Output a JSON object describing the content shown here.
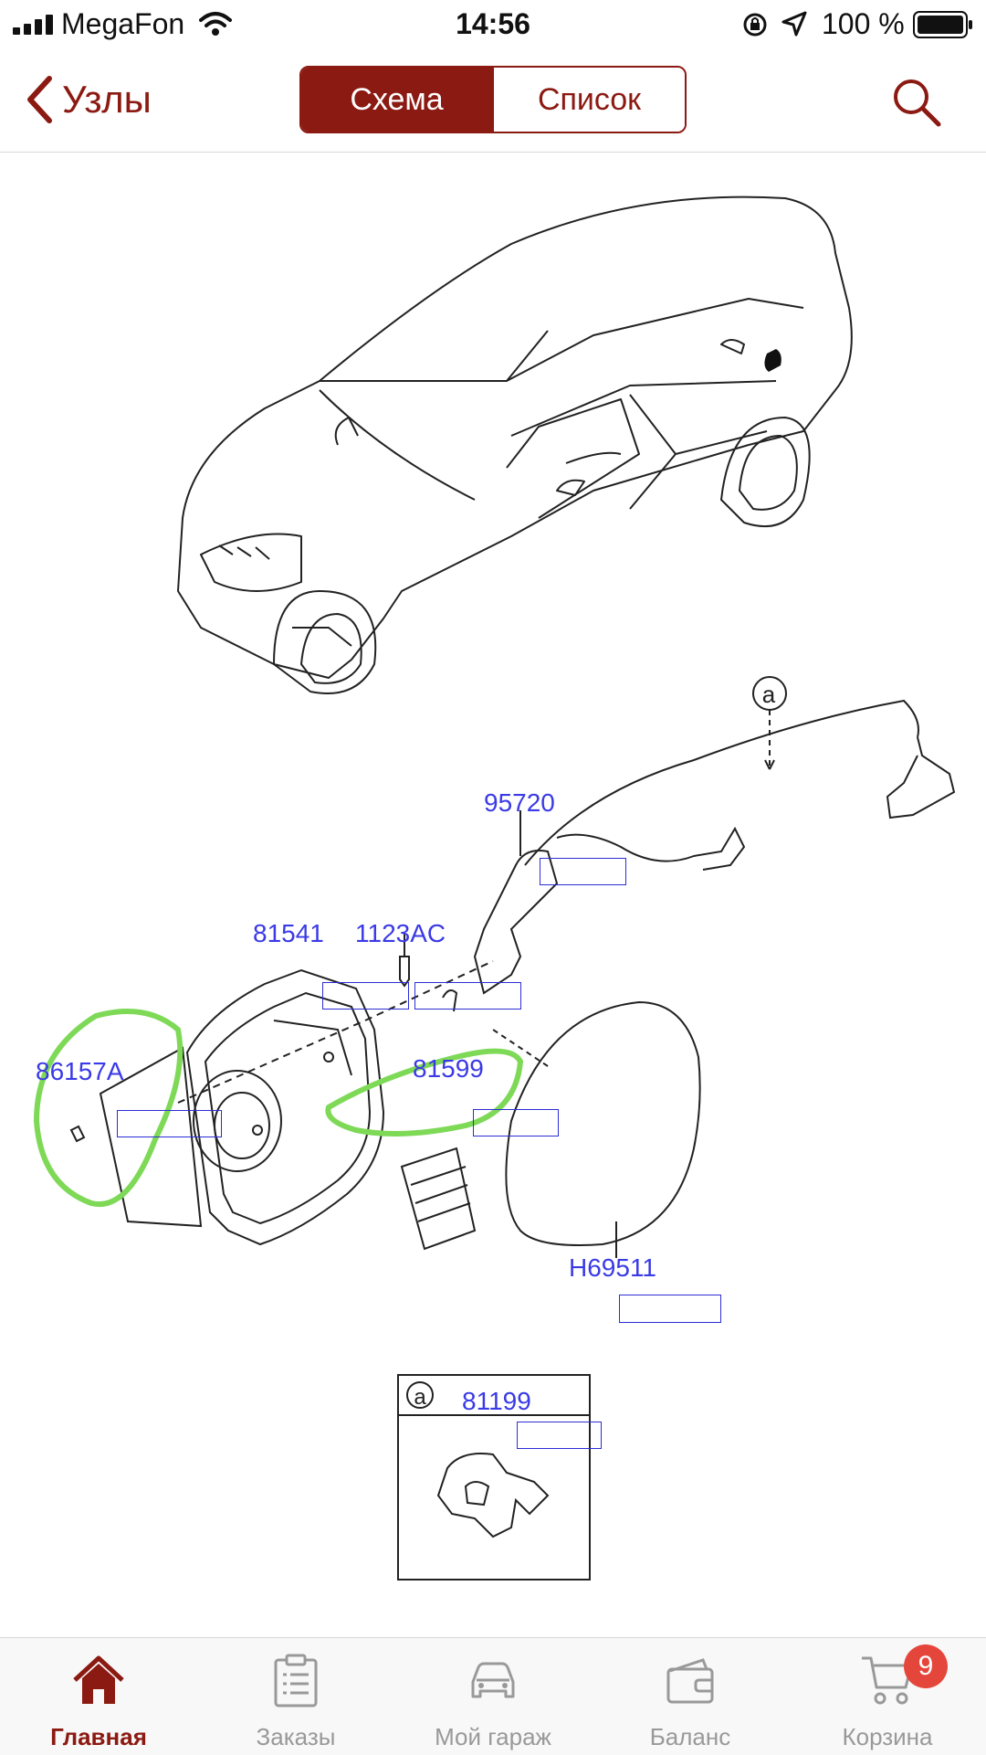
{
  "status_bar": {
    "carrier": "MegaFon",
    "time": "14:56",
    "battery": "100 %"
  },
  "navbar": {
    "back_label": "Узлы",
    "segments": [
      {
        "label": "Схема",
        "active": true
      },
      {
        "label": "Список",
        "active": false
      }
    ]
  },
  "diagram": {
    "parts": [
      {
        "code": "95720"
      },
      {
        "code": "81541"
      },
      {
        "code": "1123AC"
      },
      {
        "code": "86157A"
      },
      {
        "code": "81599"
      },
      {
        "code": "H69511"
      },
      {
        "code": "81199"
      }
    ],
    "callout_letter": "a"
  },
  "tabbar": {
    "tabs": [
      {
        "label": "Главная",
        "icon": "home-icon",
        "active": true
      },
      {
        "label": "Заказы",
        "icon": "clipboard-icon",
        "active": false
      },
      {
        "label": "Мой гараж",
        "icon": "car-icon",
        "active": false
      },
      {
        "label": "Баланс",
        "icon": "wallet-icon",
        "active": false
      },
      {
        "label": "Корзина",
        "icon": "cart-icon",
        "active": false
      }
    ],
    "cart_badge": "9"
  },
  "colors": {
    "accent": "#8b1a12",
    "part_label": "#3a3ae6",
    "badge": "#e5463b",
    "annotation": "#7ed957"
  }
}
